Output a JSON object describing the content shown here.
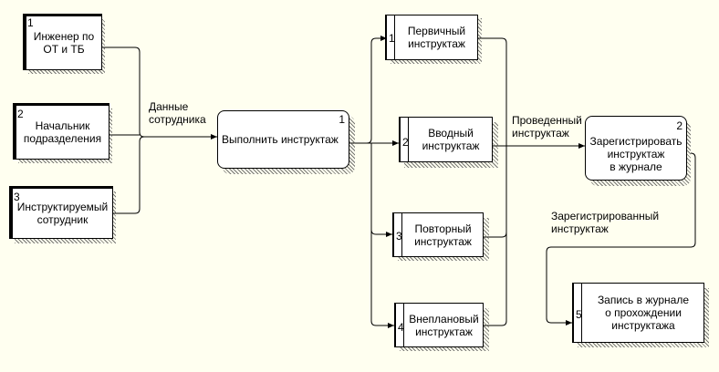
{
  "external_entities": [
    {
      "id": "1",
      "label": "Инженер по\nОТ и ТБ"
    },
    {
      "id": "2",
      "label": "Начальник\nподразделения"
    },
    {
      "id": "3",
      "label": "Инструктируемый\nсотрудник"
    }
  ],
  "processes": [
    {
      "id": "1",
      "label": "Выполнить инструктаж"
    },
    {
      "id": "2",
      "label": "Зарегистрировать\nинструктаж\nв журнале"
    }
  ],
  "data_stores": [
    {
      "id": "1",
      "label": "Первичный\nинструктаж"
    },
    {
      "id": "2",
      "label": "Вводный\nинструктаж"
    },
    {
      "id": "3",
      "label": "Повторный\nинструктаж"
    },
    {
      "id": "4",
      "label": "Внеплановый\nинструктаж"
    },
    {
      "id": "5",
      "label": "Запись в журнале\nо прохождении\nинструктажа"
    }
  ],
  "flow_labels": {
    "employee_data": "Данные\nсотрудника",
    "conducted": "Проведенный\nинструктаж",
    "registered": "Зарегистрированный\nинструктаж"
  },
  "colors": {
    "background": "#fffff0",
    "line": "#000000",
    "box": "#ffffff"
  }
}
